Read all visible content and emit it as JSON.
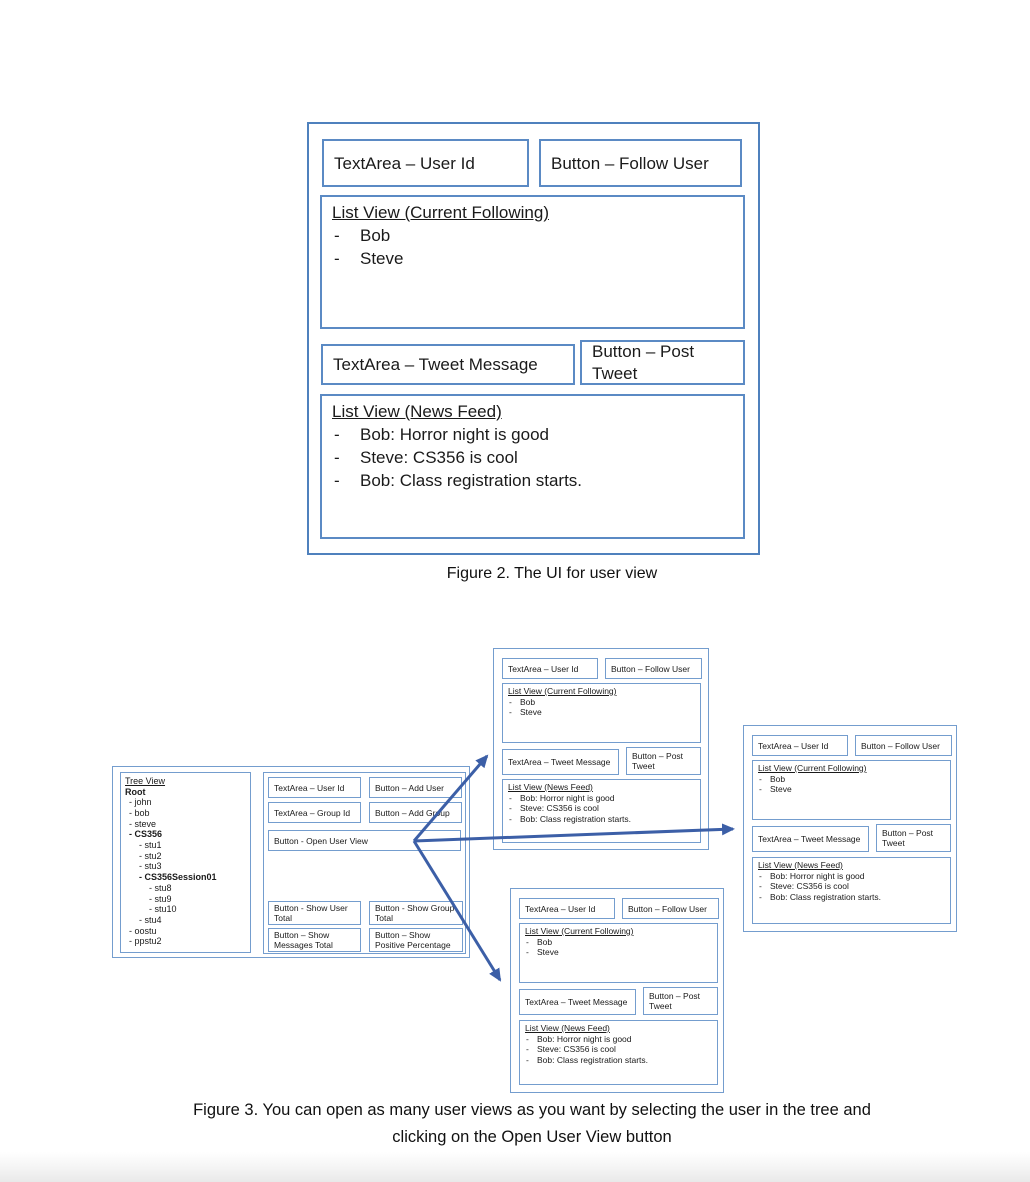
{
  "colors": {
    "box_border": "#5b8ac4",
    "mini_border": "#749dce",
    "arrow": "#3c5fa7"
  },
  "figure2": {
    "user_id_label": "TextArea – User Id",
    "follow_user_label": "Button – Follow User",
    "following_title": "List View (Current Following)",
    "following_items": [
      "Bob",
      "Steve"
    ],
    "tweet_message_label": "TextArea – Tweet Message",
    "post_tweet_label": "Button – Post Tweet",
    "news_feed_title": "List View (News Feed)",
    "news_feed_items": [
      "Bob: Horror night is good",
      "Steve: CS356 is cool",
      "Bob: Class registration starts."
    ],
    "caption": "Figure 2. The UI for user view"
  },
  "figure3": {
    "admin": {
      "tree_title": "Tree View",
      "tree_nodes": [
        {
          "label": "Root",
          "bold": true,
          "indent": 0
        },
        {
          "label": "- john",
          "indent": 1
        },
        {
          "label": "- bob",
          "indent": 1
        },
        {
          "label": "- steve",
          "indent": 1
        },
        {
          "label": "- CS356",
          "bold": true,
          "indent": 1
        },
        {
          "label": "- stu1",
          "indent": 2
        },
        {
          "label": "- stu2",
          "indent": 2
        },
        {
          "label": "- stu3",
          "indent": 2
        },
        {
          "label": "- CS356Session01",
          "bold": true,
          "indent": 2
        },
        {
          "label": "- stu8",
          "indent": 3
        },
        {
          "label": "- stu9",
          "indent": 3
        },
        {
          "label": "- stu10",
          "indent": 3
        },
        {
          "label": "- stu4",
          "indent": 2
        },
        {
          "label": "- oostu",
          "indent": 1
        },
        {
          "label": "- ppstu2",
          "indent": 1
        }
      ],
      "user_id_label": "TextArea – User Id",
      "add_user_label": "Button – Add User",
      "group_id_label": "TextArea – Group Id",
      "add_group_label": "Button – Add Group",
      "open_user_view_label": "Button - Open User View",
      "show_user_total_label": "Button - Show User Total",
      "show_group_total_label": "Button - Show Group Total",
      "show_messages_total_label": "Button – Show Messages Total",
      "show_positive_percentage_label": "Button – Show Positive Percentage"
    },
    "user_view": {
      "user_id_label": "TextArea – User Id",
      "follow_user_label": "Button – Follow User",
      "following_title": "List View (Current Following)",
      "following_items": [
        "Bob",
        "Steve"
      ],
      "tweet_message_label": "TextArea – Tweet Message",
      "post_tweet_label": "Button – Post Tweet",
      "news_feed_title": "List View (News Feed)",
      "news_feed_items": [
        "Bob: Horror night is good",
        "Steve: CS356 is cool",
        "Bob: Class registration starts."
      ]
    },
    "caption_line1": "Figure 3. You can open as many user views as you want by selecting the user in the tree and",
    "caption_line2": "clicking on the Open User View button"
  }
}
